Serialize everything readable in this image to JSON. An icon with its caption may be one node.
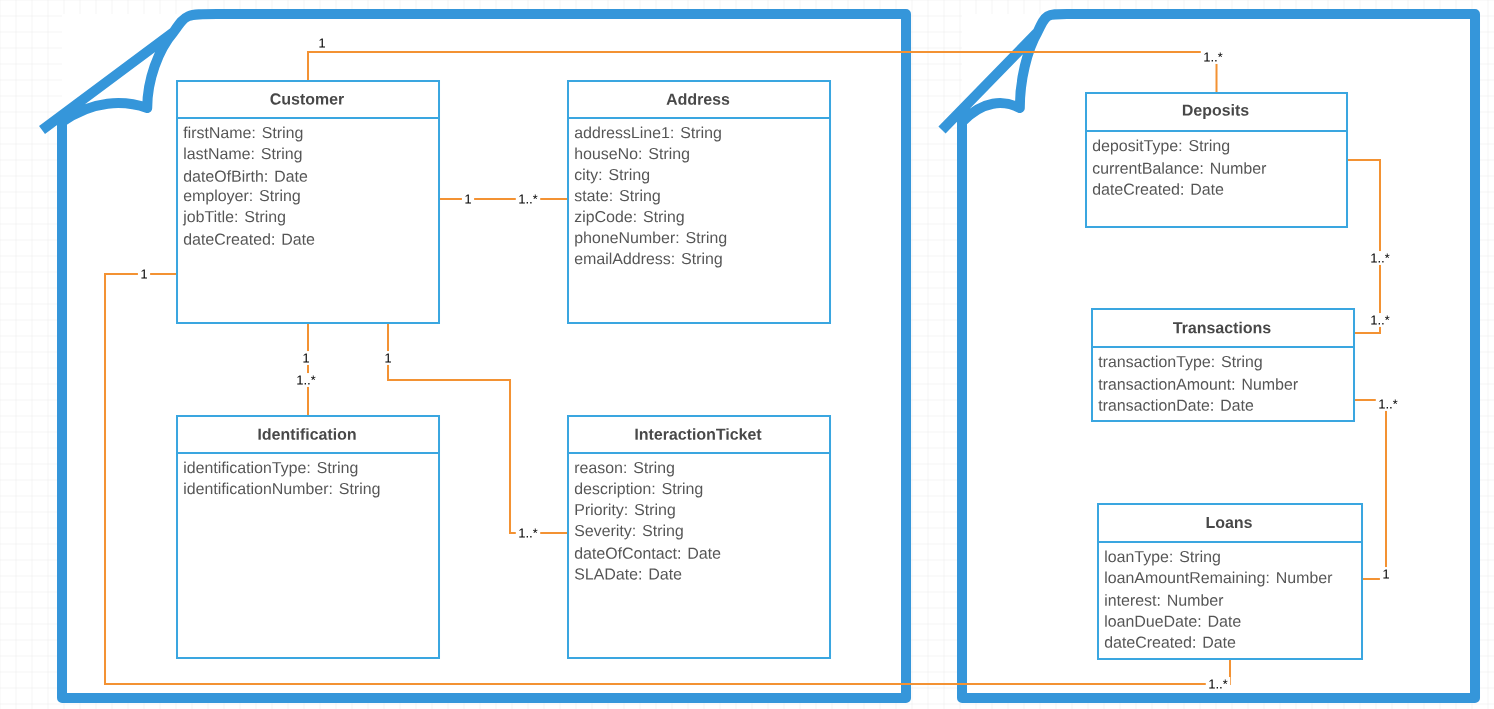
{
  "diagram": {
    "nodes": [
      {
        "text": [],
        "shape": "document"
      },
      {
        "text": [
          "Customer",
          "firstName: String",
          "lastName: String",
          "dateOfBirth: Date",
          "employer: String",
          "jobTitle: String",
          "dateCreated: Date"
        ],
        "in": 0
      },
      {
        "text": [
          "Address",
          "addressLine1: String",
          "houseNo: String",
          "city: String",
          "state: String",
          "zipCode: String",
          "phoneNumber: String",
          "emailAddress: String"
        ],
        "in": 0
      },
      {
        "text": [
          "Identification",
          "identificationType: String",
          "identificationNumber: String"
        ],
        "in": 0
      },
      {
        "text": [
          "InteractionTicket",
          "reason: String",
          "description: String",
          "Priority: String",
          "Severity: String",
          "dateOfContact: Date",
          "SLADate: Date"
        ],
        "in": 0
      },
      {
        "text": [],
        "shape": "document"
      },
      {
        "text": [
          "Deposits",
          "depositType: String",
          "currentBalance: Number",
          "dateCreated: Date"
        ],
        "in": 5
      },
      {
        "text": [
          "Transactions",
          "transactionType: String",
          "transactionAmount: Number",
          "transactionDate: Date"
        ],
        "in": 5
      },
      {
        "text": [
          "Loans",
          "loanType: String",
          "loanAmountRemaining: Number",
          "interest: Number",
          "loanDueDate: Date",
          "dateCreated: Date"
        ],
        "in": 5
      }
    ],
    "edges": [
      {
        "from": 1,
        "to": 6,
        "arrow": "none"
      },
      {
        "from": 1,
        "to": 2,
        "arrow": "none"
      },
      {
        "from": 1,
        "to": 3,
        "arrow": "none"
      },
      {
        "from": 1,
        "to": 4,
        "arrow": "none"
      },
      {
        "from": 1,
        "to": 8,
        "arrow": "none"
      },
      {
        "from": 6,
        "to": 7,
        "arrow": "none"
      },
      {
        "from": 7,
        "to": 8,
        "arrow": "none"
      }
    ],
    "labels": [
      "1",
      "1..*",
      "1",
      "1..*",
      "1",
      "1..*",
      "1..*",
      "1",
      "1",
      "1..*",
      "1..*",
      "1..*",
      "1",
      "1..*"
    ]
  }
}
